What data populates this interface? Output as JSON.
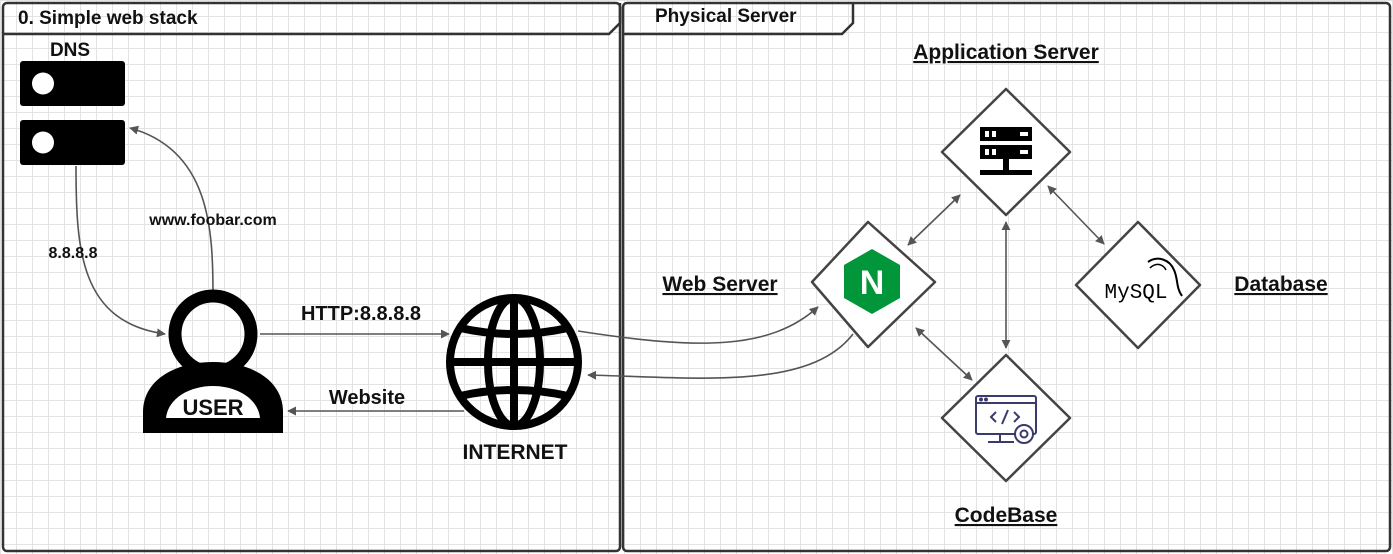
{
  "frames": {
    "left_title": "0. Simple web stack",
    "right_title": "Physical Server"
  },
  "labels": {
    "dns": "DNS",
    "domain": "www.foobar.com",
    "ip": "8.8.8.8",
    "http": "HTTP:8.8.8.8",
    "website": "Website",
    "user": "USER",
    "internet": "INTERNET",
    "web_server": "Web Server",
    "application_server": "Application Server",
    "database": "Database",
    "codebase": "CodeBase"
  },
  "logos": {
    "nginx_letter": "N",
    "mysql_text": "MySQL"
  },
  "colors": {
    "line": "#555555",
    "frame": "#333333",
    "nginx_green": "#009639",
    "codebase_icon": "#3b3b6b",
    "node_fill": "#ffffff",
    "dark": "#000000"
  },
  "icons": {
    "dns": "server-rack-icon",
    "user": "user-icon",
    "internet": "globe-icon",
    "web_server": "nginx-logo",
    "application_server": "server-icon",
    "database": "mysql-logo",
    "codebase": "code-monitor-gear-icon"
  }
}
